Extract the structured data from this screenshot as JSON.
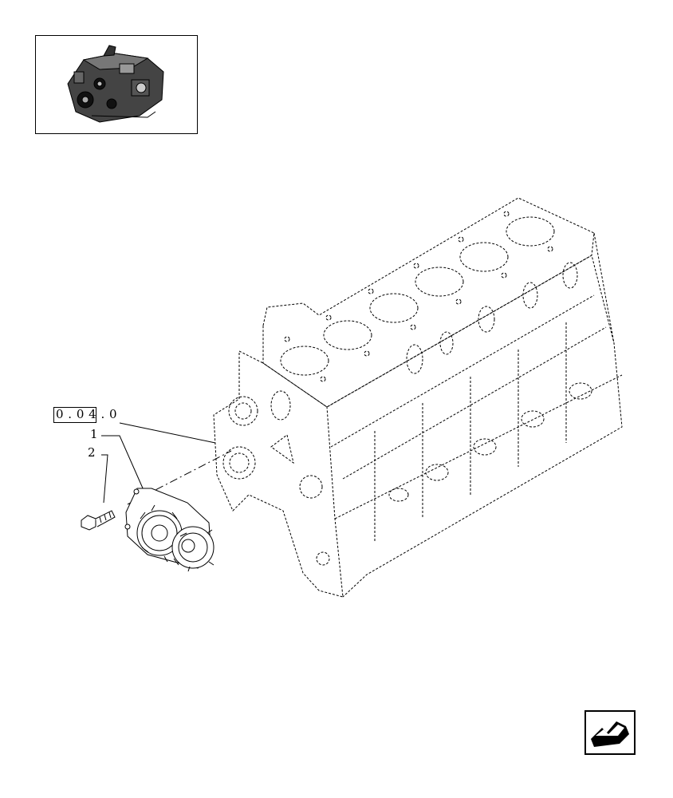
{
  "reference": {
    "text": "0 . 0 4 . 0"
  },
  "callouts": [
    {
      "id": "1",
      "label": "1"
    },
    {
      "id": "2",
      "label": "2"
    }
  ],
  "thumbnail": {
    "icon": "engine-thumbnail-icon"
  },
  "navigation": {
    "icon": "next-page-arrow-icon"
  },
  "colors": {
    "line": "#000000",
    "background": "#ffffff"
  }
}
